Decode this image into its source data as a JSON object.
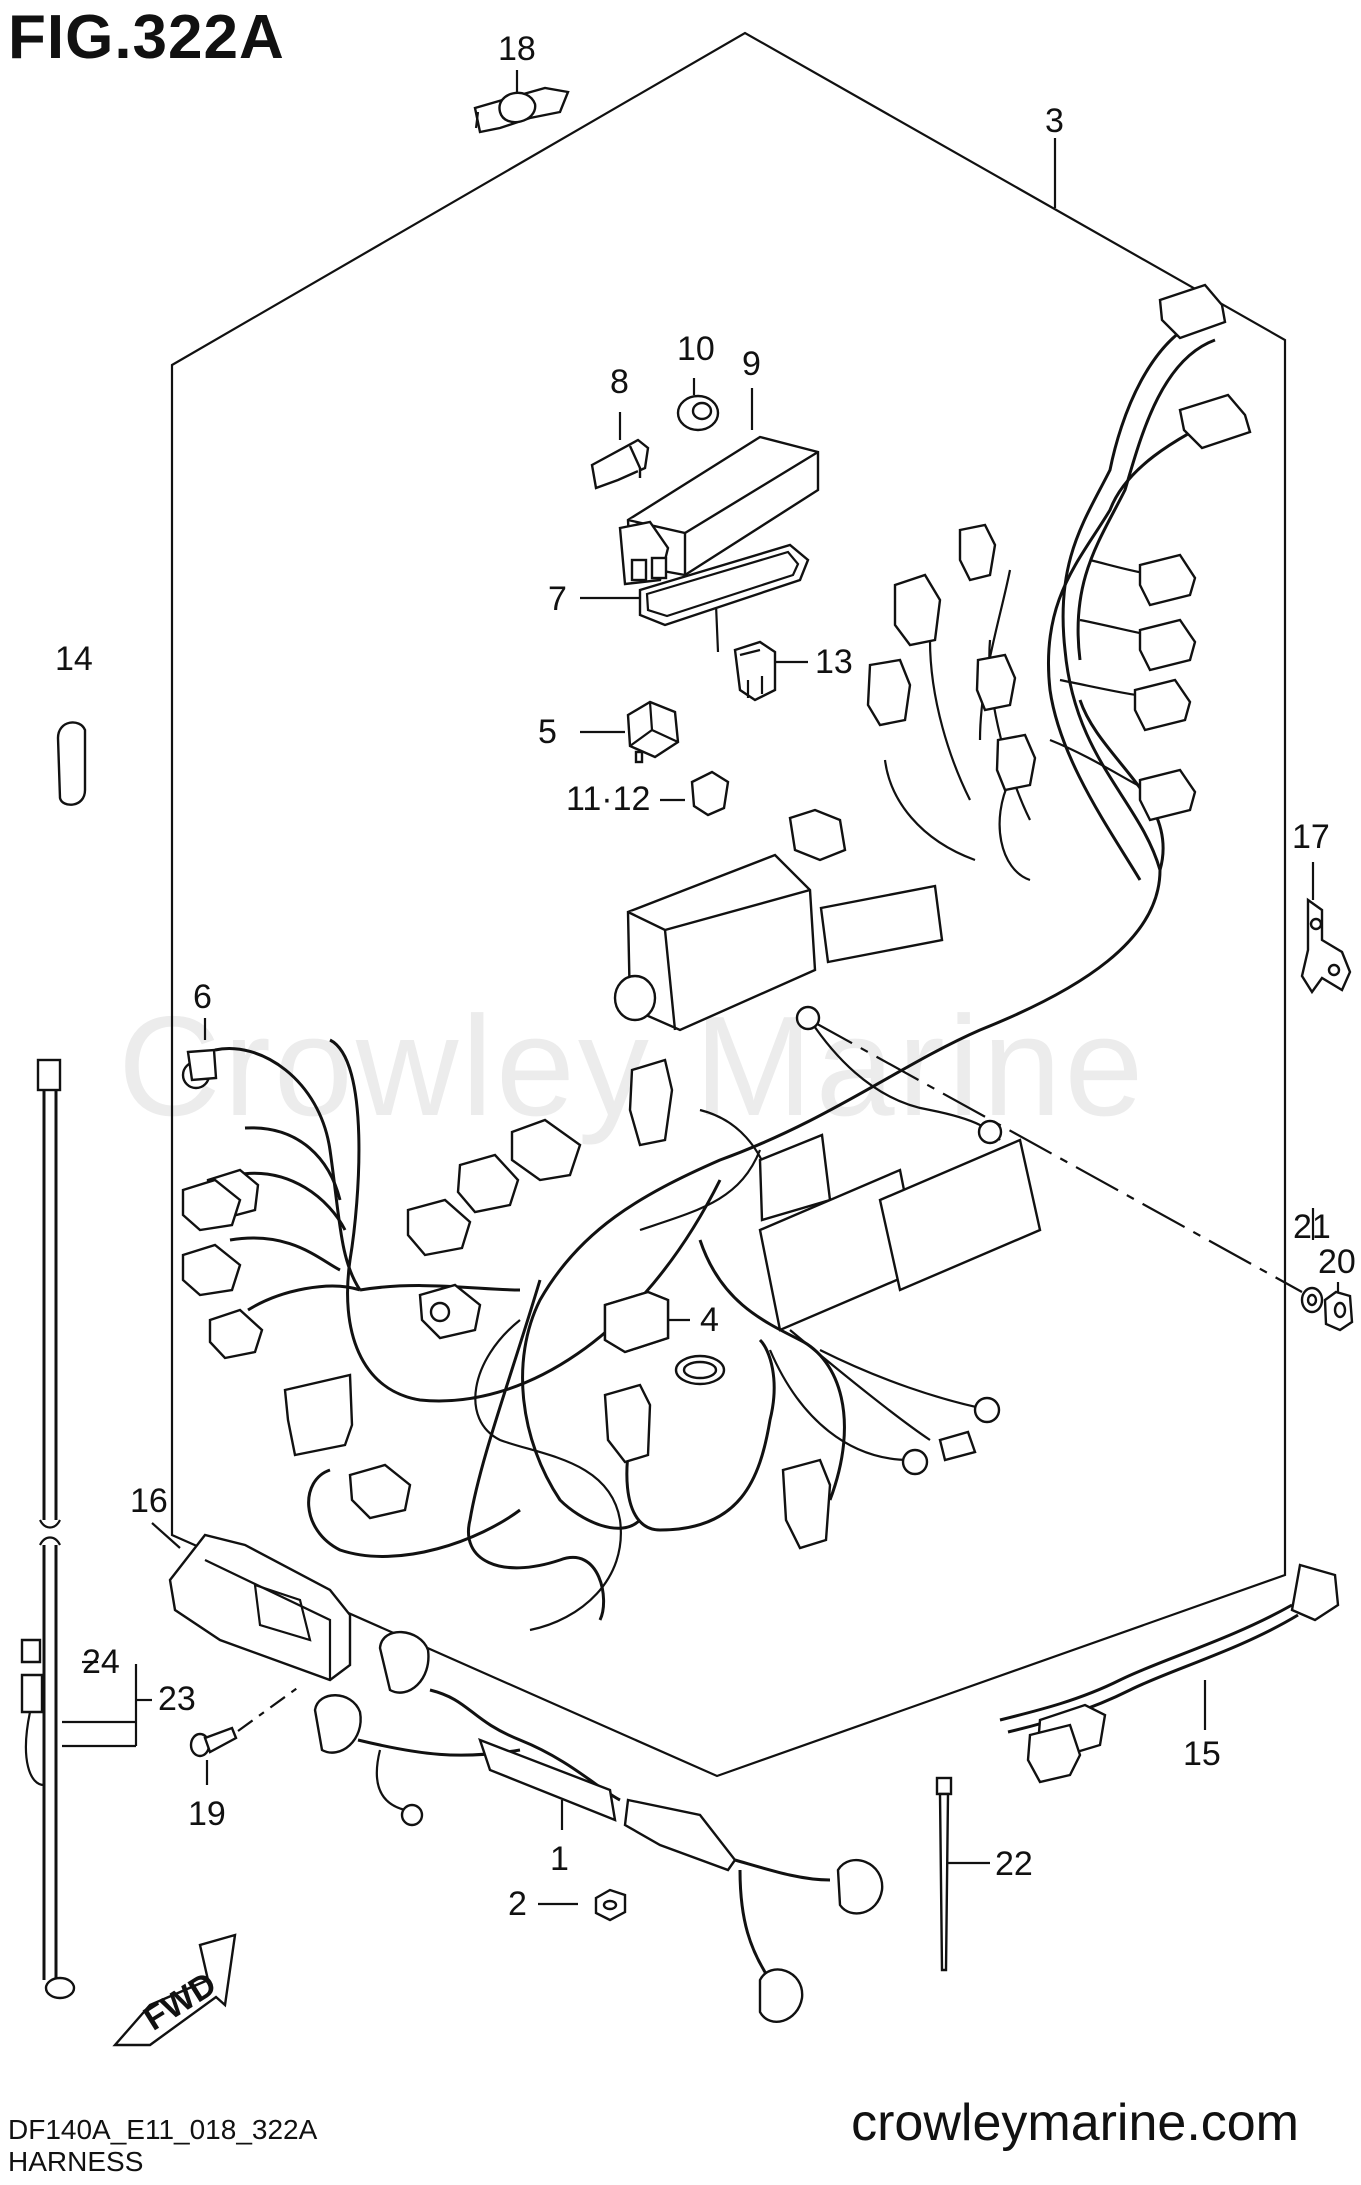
{
  "figure": {
    "title": "FIG.322A",
    "code": "DF140A_E11_018_322A",
    "caption": "HARNESS",
    "website": "crowleymarine.com",
    "watermark": "Crowley Marine",
    "fwd_label": "FWD"
  },
  "part_labels": [
    "18",
    "3",
    "10",
    "9",
    "8",
    "7",
    "13",
    "14",
    "5",
    "11·12",
    "6",
    "17",
    "4",
    "21",
    "20",
    "16",
    "24",
    "23",
    "15",
    "19",
    "1",
    "2",
    "22"
  ]
}
